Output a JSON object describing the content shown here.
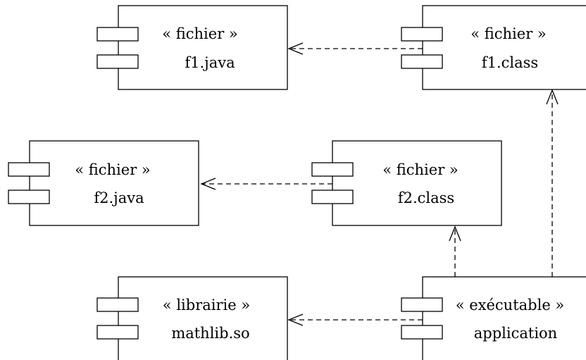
{
  "components": [
    {
      "id": "f1_java",
      "stereotype": "« fichier »",
      "name": "f1.java"
    },
    {
      "id": "f1_class",
      "stereotype": "« fichier »",
      "name": "f1.class"
    },
    {
      "id": "f2_java",
      "stereotype": "« fichier »",
      "name": "f2.java"
    },
    {
      "id": "f2_class",
      "stereotype": "« fichier »",
      "name": "f2.class"
    },
    {
      "id": "mathlib",
      "stereotype": "« librairie »",
      "name": "mathlib.so"
    },
    {
      "id": "application",
      "stereotype": "« exécutable »",
      "name": "application"
    }
  ],
  "dependencies": [
    {
      "from": "f1_class",
      "to": "f1_java"
    },
    {
      "from": "f2_class",
      "to": "f2_java"
    },
    {
      "from": "application",
      "to": "mathlib"
    },
    {
      "from": "application",
      "to": "f2_class"
    },
    {
      "from": "application",
      "to": "f1_class"
    }
  ],
  "colors": {
    "stroke": "#000000",
    "background": "#ffffff"
  }
}
